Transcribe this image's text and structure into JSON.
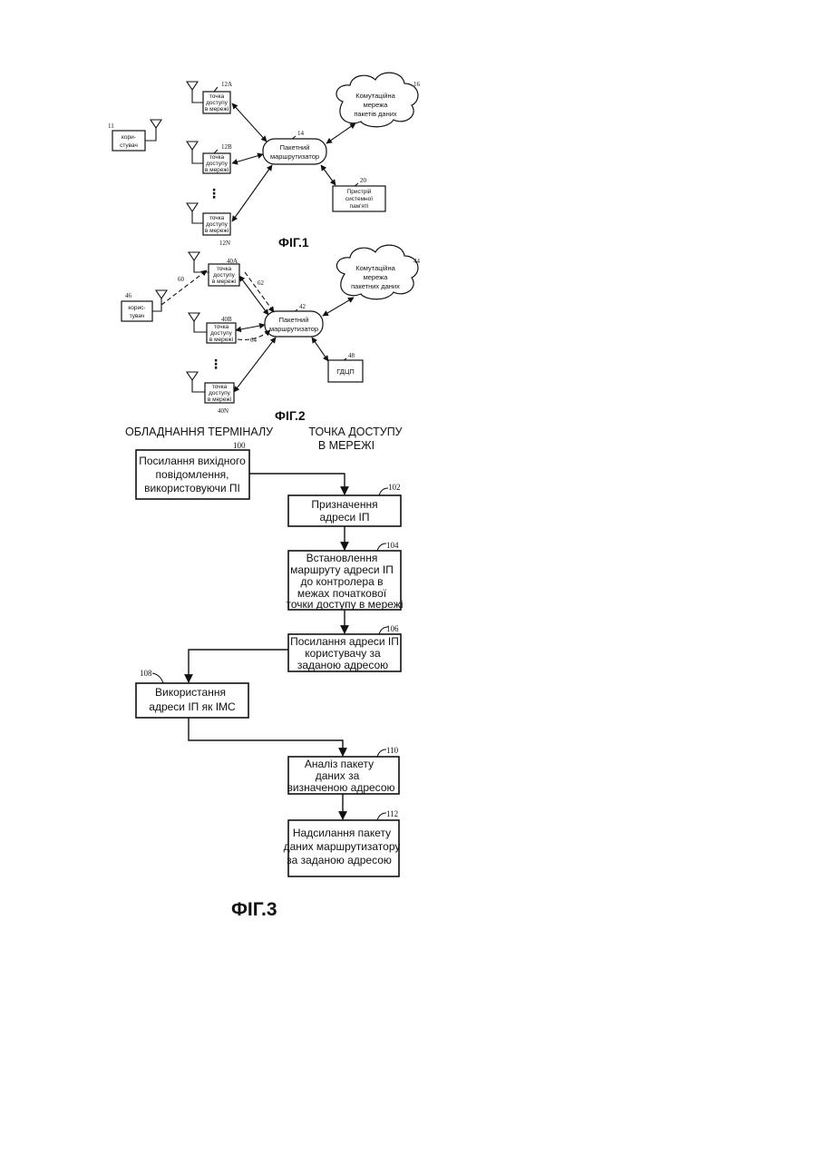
{
  "fig1": {
    "caption": "ФІГ.1",
    "user": {
      "ref": "11",
      "label": [
        "кори-",
        "стувач"
      ]
    },
    "ap_a": {
      "ref": "12A",
      "label": [
        "точка",
        "доступу",
        "в мережі"
      ]
    },
    "ap_b": {
      "ref": "12B",
      "label": [
        "точка",
        "доступу",
        "в мережі"
      ]
    },
    "ap_n": {
      "ref": "12N",
      "label": [
        "точка",
        "доступу",
        "в мережі"
      ]
    },
    "router": {
      "ref": "14",
      "label": [
        "Пакетний",
        "маршрутизатор"
      ]
    },
    "network": {
      "ref": "16",
      "label": [
        "Комутаційна",
        "мережа",
        "пакетів даних"
      ]
    },
    "storage": {
      "ref": "20",
      "label": [
        "Пристрій",
        "системної",
        "пам'яті"
      ]
    },
    "dots": "⋮"
  },
  "fig2": {
    "caption": "ФІГ.2",
    "user": {
      "ref": "46",
      "label": [
        "корис-",
        "тувач"
      ]
    },
    "ap_a": {
      "ref": "40A",
      "label": [
        "точка",
        "доступу",
        "в мережі"
      ]
    },
    "ap_b": {
      "ref": "40B",
      "label": [
        "точка",
        "доступу",
        "в мережі"
      ]
    },
    "ap_n": {
      "ref": "40N",
      "label": [
        "точка",
        "доступу",
        "в мережі"
      ]
    },
    "router": {
      "ref": "42",
      "label": [
        "Пакетний",
        "маршрутизатор"
      ]
    },
    "network": {
      "ref": "44",
      "label": [
        "Комутаційна",
        "мережа",
        "пакетних даних"
      ]
    },
    "hdcp": {
      "ref": "48",
      "label": "ГДЦП"
    },
    "link_refs": {
      "r60": "60",
      "r62": "62",
      "r64": "64"
    },
    "dots": "⋮"
  },
  "fig3": {
    "caption": "ФІГ.3",
    "header_left": "ОБЛАДНАННЯ ТЕРМІНАЛУ",
    "header_right": [
      "ТОЧКА ДОСТУПУ",
      "В МЕРЕЖІ"
    ],
    "steps": [
      {
        "ref": "100",
        "lines": [
          "Посилання вихідного",
          "повідомлення,",
          "використовуючи ПІ"
        ]
      },
      {
        "ref": "102",
        "lines": [
          "Призначення",
          "адреси ІП"
        ]
      },
      {
        "ref": "104",
        "lines": [
          "Встановлення",
          "маршруту адреси ІП",
          "до контролера в",
          "межах початкової",
          "точки доступу в мережі"
        ]
      },
      {
        "ref": "106",
        "lines": [
          "Посилання адреси ІП",
          "користувачу за",
          "заданою адресою"
        ]
      },
      {
        "ref": "108",
        "lines": [
          "Використання",
          "адреси ІП як ІМС"
        ]
      },
      {
        "ref": "110",
        "lines": [
          "Аналіз пакету",
          "даних за",
          "визначеною адресою"
        ]
      },
      {
        "ref": "112",
        "lines": [
          "Надсилання пакету",
          "даних маршрутизатору",
          "за заданою адресою"
        ]
      }
    ]
  }
}
